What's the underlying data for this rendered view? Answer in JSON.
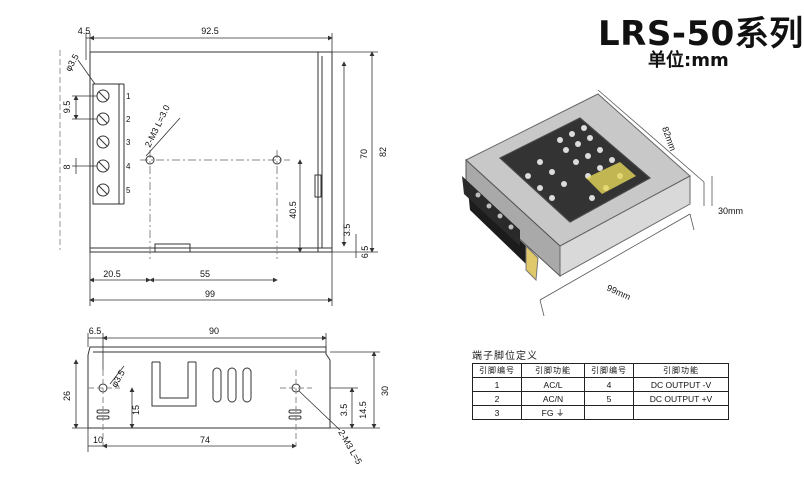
{
  "title": "LRS-50系列",
  "unit_label": "单位:mm",
  "top_view": {
    "dims": {
      "left_offset": "4.5",
      "width_92_5": "92.5",
      "hole_dia": "φ3.5",
      "pitch_9_5": "9.5",
      "pitch_8": "8",
      "screw_note": "2-M3 L=3.0",
      "height_70": "70",
      "height_82": "82",
      "dim_40_5": "40.5",
      "dim_3_5": "3.5",
      "dim_6_5": "6.5",
      "dim_20_5": "20.5",
      "dim_55": "55",
      "dim_99": "99"
    },
    "terminals": [
      "1",
      "2",
      "3",
      "4",
      "5"
    ]
  },
  "side_view": {
    "dims": {
      "dim_6_5": "6.5",
      "dim_90": "90",
      "hole_dia": "φ3.5",
      "dim_26": "26",
      "dim_15": "15",
      "dim_30": "30",
      "dim_3_5": "3.5",
      "dim_14_5": "14.5",
      "dim_10": "10",
      "dim_74": "74",
      "screw_note": "2-M3 L=5"
    }
  },
  "photo": {
    "dim_82": "82mm",
    "dim_30": "30mm",
    "dim_99": "99mm"
  },
  "pin_table": {
    "title": "端子脚位定义",
    "headers": [
      "引脚编号",
      "引脚功能",
      "引脚编号",
      "引脚功能"
    ],
    "rows": [
      [
        "1",
        "AC/L",
        "4",
        "DC OUTPUT -V"
      ],
      [
        "2",
        "AC/N",
        "5",
        "DC OUTPUT +V"
      ],
      [
        "3",
        "FG ⏚",
        "",
        ""
      ]
    ]
  }
}
